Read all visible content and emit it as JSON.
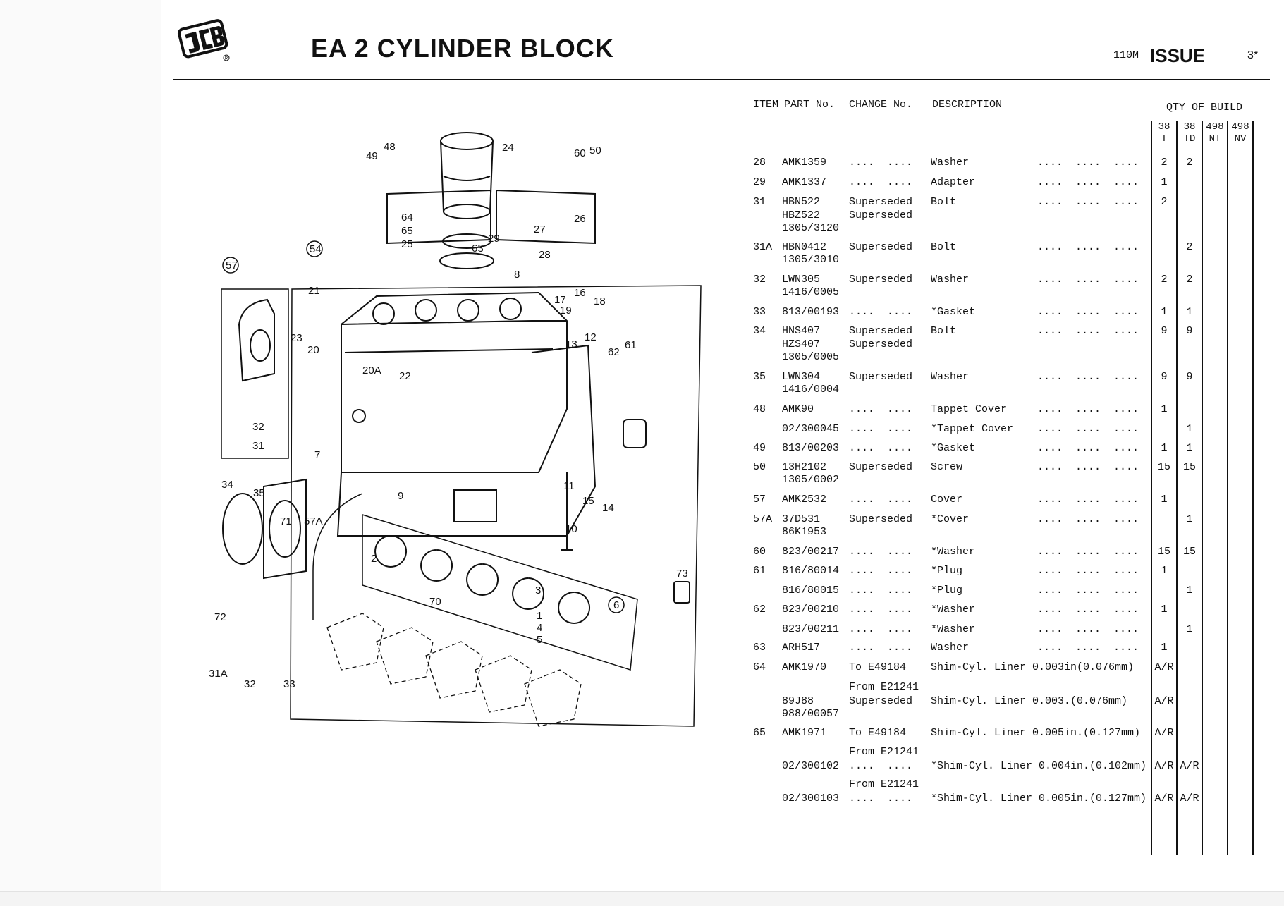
{
  "header": {
    "title": "EA 2 CYLINDER BLOCK",
    "page_ref": "110M",
    "issue_label": "ISSUE",
    "issue_number": "3*"
  },
  "table": {
    "columns": {
      "item": "ITEM",
      "part": "PART No.",
      "change": "CHANGE No.",
      "description": "DESCRIPTION",
      "qty_group": "QTY OF BUILD"
    },
    "qty_columns": [
      {
        "top": "38",
        "bottom": "T"
      },
      {
        "top": "38",
        "bottom": "TD"
      },
      {
        "top": "498",
        "bottom": "NT"
      },
      {
        "top": "498",
        "bottom": "NV"
      }
    ],
    "rows": [
      {
        "item": "28",
        "part": "AMK1359",
        "change": "....  ....",
        "desc": "Washer",
        "lead": "....  ....  ....",
        "q": [
          "2",
          "2",
          "",
          ""
        ]
      },
      {
        "item": "29",
        "part": "AMK1337",
        "change": "....  ....",
        "desc": "Adapter",
        "lead": "....  ....  ....",
        "q": [
          "1",
          "",
          "",
          ""
        ]
      },
      {
        "item": "31",
        "part": "HBN522",
        "change": "Superseded",
        "desc": "Bolt",
        "lead": "....  ....  ....",
        "q": [
          "2",
          "",
          "",
          ""
        ]
      },
      {
        "item": "",
        "part": "HBZ522",
        "change": "Superseded",
        "desc": "",
        "lead": "",
        "q": [
          "",
          "",
          "",
          ""
        ]
      },
      {
        "item": "",
        "part": "1305/3120",
        "change": "",
        "desc": "",
        "lead": "",
        "q": [
          "",
          "",
          "",
          ""
        ]
      },
      {
        "item": "31A",
        "part": "HBN0412",
        "change": "Superseded",
        "desc": "Bolt",
        "lead": "....  ....  ....",
        "q": [
          "",
          "2",
          "",
          ""
        ]
      },
      {
        "item": "",
        "part": "1305/3010",
        "change": "",
        "desc": "",
        "lead": "",
        "q": [
          "",
          "",
          "",
          ""
        ]
      },
      {
        "item": "32",
        "part": "LWN305",
        "change": "Superseded",
        "desc": "Washer",
        "lead": "....  ....  ....",
        "q": [
          "2",
          "2",
          "",
          ""
        ]
      },
      {
        "item": "",
        "part": "1416/0005",
        "change": "",
        "desc": "",
        "lead": "",
        "q": [
          "",
          "",
          "",
          ""
        ]
      },
      {
        "item": "33",
        "part": "813/00193",
        "change": "....  ....",
        "desc": "*Gasket",
        "lead": "....  ....  ....",
        "q": [
          "1",
          "1",
          "",
          ""
        ]
      },
      {
        "item": "34",
        "part": "HNS407",
        "change": "Superseded",
        "desc": "Bolt",
        "lead": "....  ....  ....",
        "q": [
          "9",
          "9",
          "",
          ""
        ]
      },
      {
        "item": "",
        "part": "HZS407",
        "change": "Superseded",
        "desc": "",
        "lead": "",
        "q": [
          "",
          "",
          "",
          ""
        ]
      },
      {
        "item": "",
        "part": "1305/0005",
        "change": "",
        "desc": "",
        "lead": "",
        "q": [
          "",
          "",
          "",
          ""
        ]
      },
      {
        "item": "35",
        "part": "LWN304",
        "change": "Superseded",
        "desc": "Washer",
        "lead": "....  ....  ....",
        "q": [
          "9",
          "9",
          "",
          ""
        ]
      },
      {
        "item": "",
        "part": "1416/0004",
        "change": "",
        "desc": "",
        "lead": "",
        "q": [
          "",
          "",
          "",
          ""
        ]
      },
      {
        "item": "48",
        "part": "AMK90",
        "change": "....  ....",
        "desc": "Tappet Cover",
        "lead": "....  ....  ....",
        "q": [
          "1",
          "",
          "",
          ""
        ]
      },
      {
        "item": "",
        "part": "02/300045",
        "change": "....  ....",
        "desc": "*Tappet Cover",
        "lead": "....  ....  ....",
        "q": [
          "",
          "1",
          "",
          ""
        ]
      },
      {
        "item": "49",
        "part": "813/00203",
        "change": "....  ....",
        "desc": "*Gasket",
        "lead": "....  ....  ....",
        "q": [
          "1",
          "1",
          "",
          ""
        ]
      },
      {
        "item": "50",
        "part": "13H2102",
        "change": "Superseded",
        "desc": "Screw",
        "lead": "....  ....  ....",
        "q": [
          "15",
          "15",
          "",
          ""
        ]
      },
      {
        "item": "",
        "part": "1305/0002",
        "change": "",
        "desc": "",
        "lead": "",
        "q": [
          "",
          "",
          "",
          ""
        ]
      },
      {
        "item": "57",
        "part": "AMK2532",
        "change": "....  ....",
        "desc": "Cover",
        "lead": "....  ....  ....",
        "q": [
          "1",
          "",
          "",
          ""
        ]
      },
      {
        "item": "57A",
        "part": "37D531",
        "change": "Superseded",
        "desc": "*Cover",
        "lead": "....  ....  ....",
        "q": [
          "",
          "1",
          "",
          ""
        ]
      },
      {
        "item": "",
        "part": "86K1953",
        "change": "",
        "desc": "",
        "lead": "",
        "q": [
          "",
          "",
          "",
          ""
        ]
      },
      {
        "item": "60",
        "part": "823/00217",
        "change": "....  ....",
        "desc": "*Washer",
        "lead": "....  ....  ....",
        "q": [
          "15",
          "15",
          "",
          ""
        ]
      },
      {
        "item": "61",
        "part": "816/80014",
        "change": "....  ....",
        "desc": "*Plug",
        "lead": "....  ....  ....",
        "q": [
          "1",
          "",
          "",
          ""
        ]
      },
      {
        "item": "",
        "part": "816/80015",
        "change": "....  ....",
        "desc": "*Plug",
        "lead": "....  ....  ....",
        "q": [
          "",
          "1",
          "",
          ""
        ]
      },
      {
        "item": "62",
        "part": "823/00210",
        "change": "....  ....",
        "desc": "*Washer",
        "lead": "....  ....  ....",
        "q": [
          "1",
          "",
          "",
          ""
        ]
      },
      {
        "item": "",
        "part": "823/00211",
        "change": "....  ....",
        "desc": "*Washer",
        "lead": "....  ....  ....",
        "q": [
          "",
          "1",
          "",
          ""
        ]
      },
      {
        "item": "63",
        "part": "ARH517",
        "change": "....  ....",
        "desc": "Washer",
        "lead": "....  ....  ....",
        "q": [
          "1",
          "",
          "",
          ""
        ]
      },
      {
        "item": "64",
        "part": "AMK1970",
        "change": "To E49184",
        "desc": "Shim-Cyl. Liner 0.003in(0.076mm)",
        "lead": "",
        "q": [
          "A/R",
          "",
          "",
          ""
        ]
      },
      {
        "item": "",
        "part": "",
        "change": "From E21241",
        "desc": "",
        "lead": "",
        "q": [
          "",
          "",
          "",
          ""
        ]
      },
      {
        "item": "",
        "part": "89J88",
        "change": "Superseded",
        "desc": "Shim-Cyl. Liner 0.003.(0.076mm)",
        "lead": "",
        "q": [
          "A/R",
          "",
          "",
          ""
        ]
      },
      {
        "item": "",
        "part": "988/00057",
        "change": "",
        "desc": "",
        "lead": "",
        "q": [
          "",
          "",
          "",
          ""
        ]
      },
      {
        "item": "65",
        "part": "AMK1971",
        "change": "To E49184",
        "desc": "Shim-Cyl. Liner 0.005in.(0.127mm)",
        "lead": "",
        "q": [
          "A/R",
          "",
          "",
          ""
        ]
      },
      {
        "item": "",
        "part": "",
        "change": "From E21241",
        "desc": "",
        "lead": "",
        "q": [
          "",
          "",
          "",
          ""
        ]
      },
      {
        "item": "",
        "part": "02/300102",
        "change": "....  ....",
        "desc": "*Shim-Cyl. Liner 0.004in.(0.102mm)",
        "lead": "",
        "q": [
          "A/R",
          "A/R",
          "",
          ""
        ]
      },
      {
        "item": "",
        "part": "",
        "change": "From E21241",
        "desc": "",
        "lead": "",
        "q": [
          "",
          "",
          "",
          ""
        ]
      },
      {
        "item": "",
        "part": "02/300103",
        "change": "....  ....",
        "desc": "*Shim-Cyl. Liner 0.005in.(0.127mm)",
        "lead": "",
        "q": [
          "A/R",
          "A/R",
          "",
          ""
        ]
      }
    ]
  },
  "diagram": {
    "callouts": [
      "24",
      "48",
      "49",
      "60",
      "50",
      "64",
      "65",
      "25",
      "26",
      "27",
      "29",
      "28",
      "63",
      "8",
      "54",
      "57",
      "21",
      "17",
      "16",
      "19",
      "18",
      "23",
      "20",
      "12",
      "13",
      "62",
      "61",
      "20A",
      "22",
      "32",
      "31",
      "34",
      "35",
      "71",
      "57A",
      "7",
      "9",
      "11",
      "15",
      "14",
      "10",
      "2",
      "3",
      "1",
      "4",
      "5",
      "73",
      "70",
      "72",
      "31A",
      "32",
      "33",
      "6"
    ]
  }
}
